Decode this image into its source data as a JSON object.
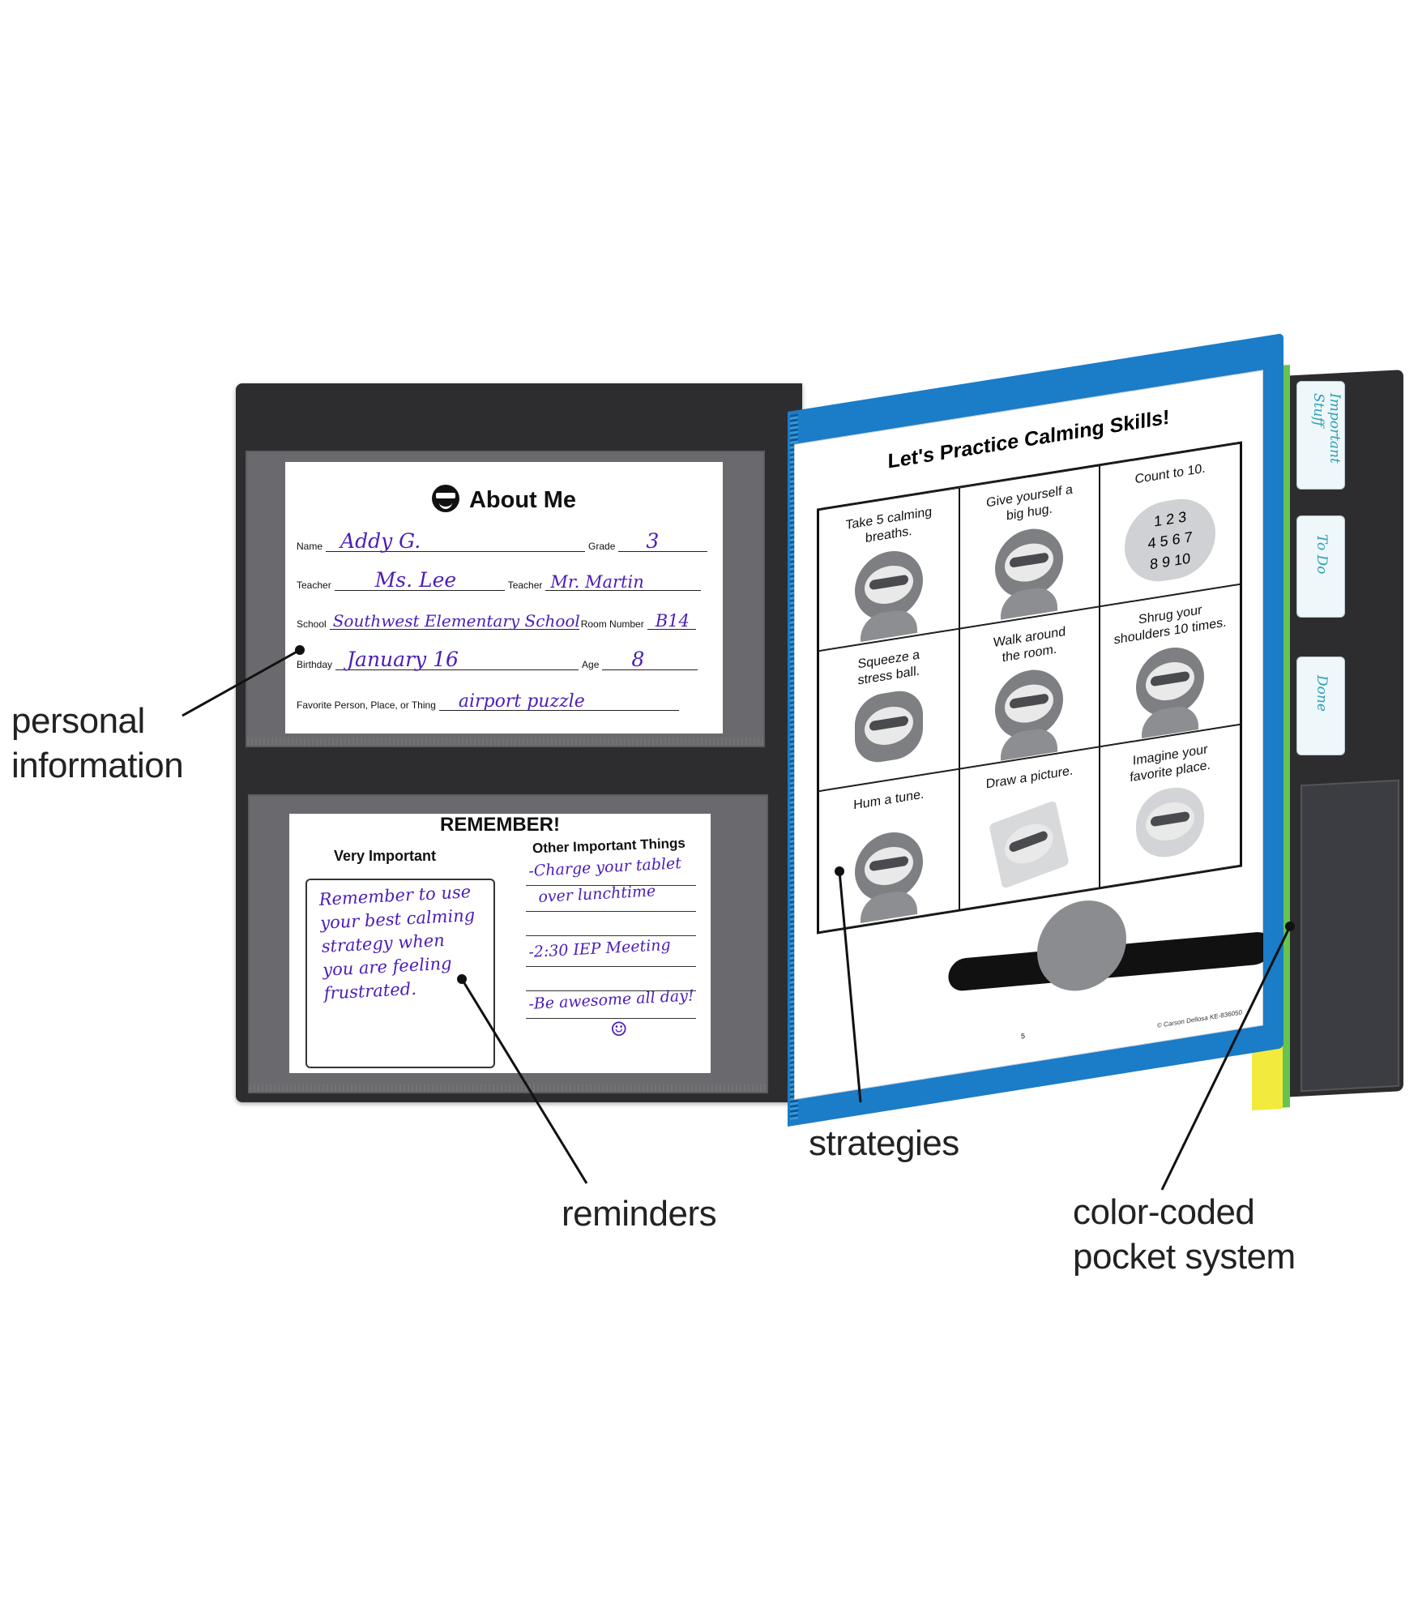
{
  "callouts": {
    "personal": "personal\ninformation",
    "reminders": "reminders",
    "strategies": "strategies",
    "pocket": "color-coded\npocket system"
  },
  "about_card": {
    "title": "About Me",
    "fields": [
      {
        "label": "Name",
        "value": "Addy G."
      },
      {
        "label": "Grade",
        "value": "3"
      },
      {
        "label": "Teacher",
        "value": "Ms. Lee"
      },
      {
        "label": "Teacher",
        "value": "Mr. Martin"
      },
      {
        "label": "School",
        "value": "Southwest Elementary School"
      },
      {
        "label": "Room Number",
        "value": "B14"
      },
      {
        "label": "Birthday",
        "value": "January 16"
      },
      {
        "label": "Age",
        "value": "8"
      },
      {
        "label": "Favorite Person, Place, or Thing",
        "value": "airport puzzle"
      }
    ]
  },
  "remember_card": {
    "title": "REMEMBER!",
    "very_important_heading": "Very Important",
    "other_heading": "Other Important Things",
    "note": "Remember to use\nyour best calming\nstrategy when\nyou are feeling\nfrustrated.",
    "todos": [
      "-Charge your tablet",
      "over lunchtime",
      "-2:30 IEP Meeting",
      "-Be awesome all day!"
    ],
    "smiley": "☺"
  },
  "tabs": [
    "Important\nStuff",
    "To Do",
    "Done"
  ],
  "calming_page": {
    "title": "Let's Practice Calming Skills!",
    "cells": [
      "Take 5 calming\nbreaths.",
      "Give yourself a\nbig hug.",
      "Count to 10.",
      "Squeeze a\nstress ball.",
      "Walk around\nthe room.",
      "Shrug your\nshoulders 10 times.",
      "Hum a tune.",
      "Draw a picture.",
      "Imagine your\nfavorite place."
    ],
    "count_numbers": "1  2  3\n4  5  6  7\n8  9  10",
    "page_number": "5",
    "copyright": "© Carson Dellosa KE-836050"
  },
  "colors": {
    "cover": "#2d2d30",
    "blue_pocket": "#1b7cc8",
    "green_pocket": "#66c44e",
    "yellow_pocket": "#f2ea3c",
    "ink": "#4b1db8",
    "tab_ink": "#2a9fb4"
  }
}
